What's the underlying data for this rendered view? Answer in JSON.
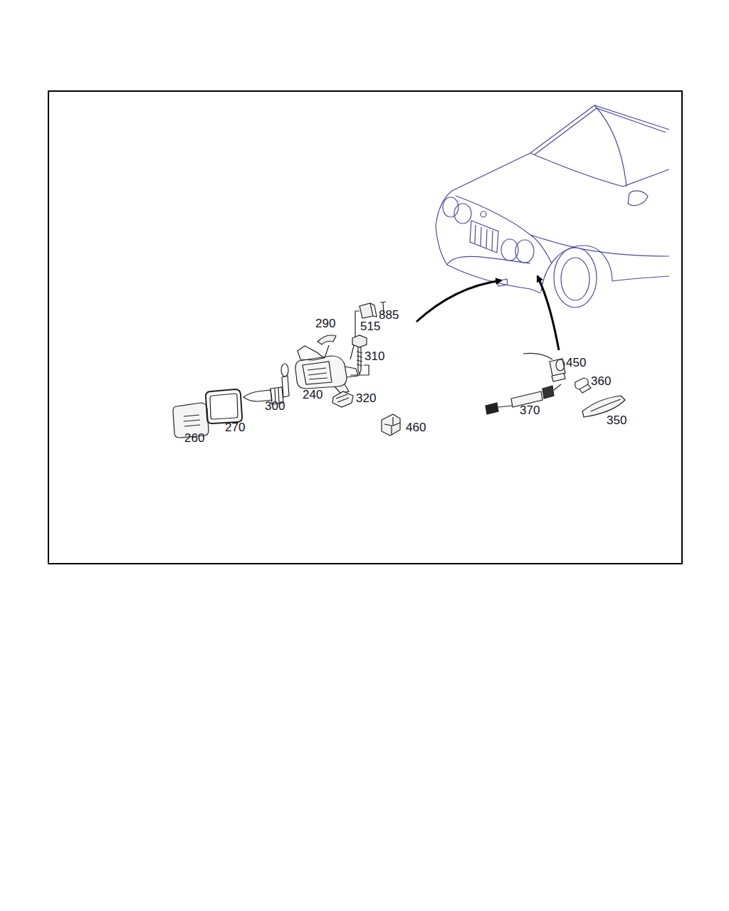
{
  "diagram": {
    "labels": [
      "290",
      "515",
      "885",
      "310",
      "240",
      "320",
      "300",
      "270",
      "260",
      "460",
      "450",
      "360",
      "370",
      "350"
    ]
  }
}
